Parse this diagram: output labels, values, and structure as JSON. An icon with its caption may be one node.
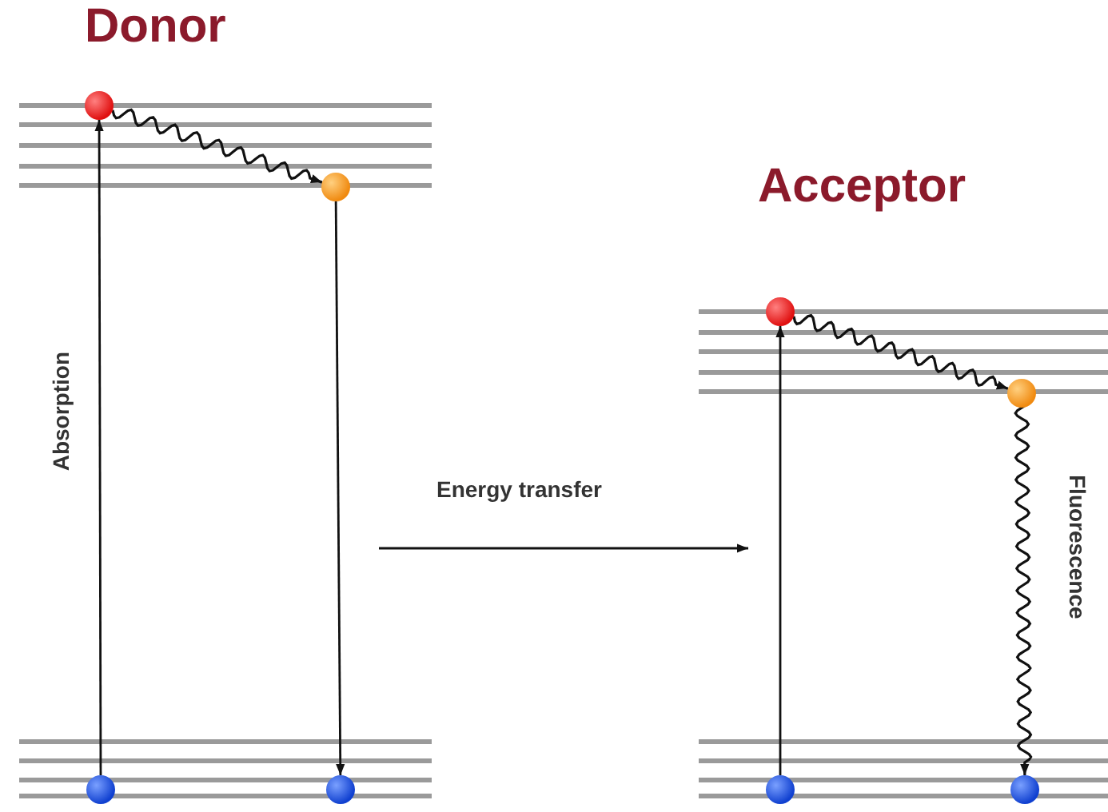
{
  "diagram": {
    "nodes": [
      {
        "text": [],
        "shape": "circle"
      },
      {
        "text": [],
        "shape": "circle"
      },
      {
        "text": [],
        "shape": "circle"
      },
      {
        "text": [],
        "shape": "circle"
      },
      {
        "text": [],
        "shape": "circle"
      },
      {
        "text": [],
        "shape": "circle"
      },
      {
        "text": [],
        "shape": "circle"
      },
      {
        "text": [],
        "shape": "circle"
      }
    ],
    "edges": [
      {
        "from": 2,
        "to": 0,
        "arrow": "to",
        "label": "Absorption"
      },
      {
        "from": 0,
        "to": 1,
        "arrow": "to"
      },
      {
        "from": 1,
        "to": 3,
        "arrow": "to"
      },
      {
        "from": 6,
        "to": 4,
        "arrow": "to"
      },
      {
        "from": 4,
        "to": 5,
        "arrow": "to"
      },
      {
        "from": 5,
        "to": 7,
        "arrow": "to",
        "label": "Fluorescence"
      }
    ],
    "labels": [
      "Donor",
      "Energy transfer",
      "Acceptor"
    ]
  }
}
